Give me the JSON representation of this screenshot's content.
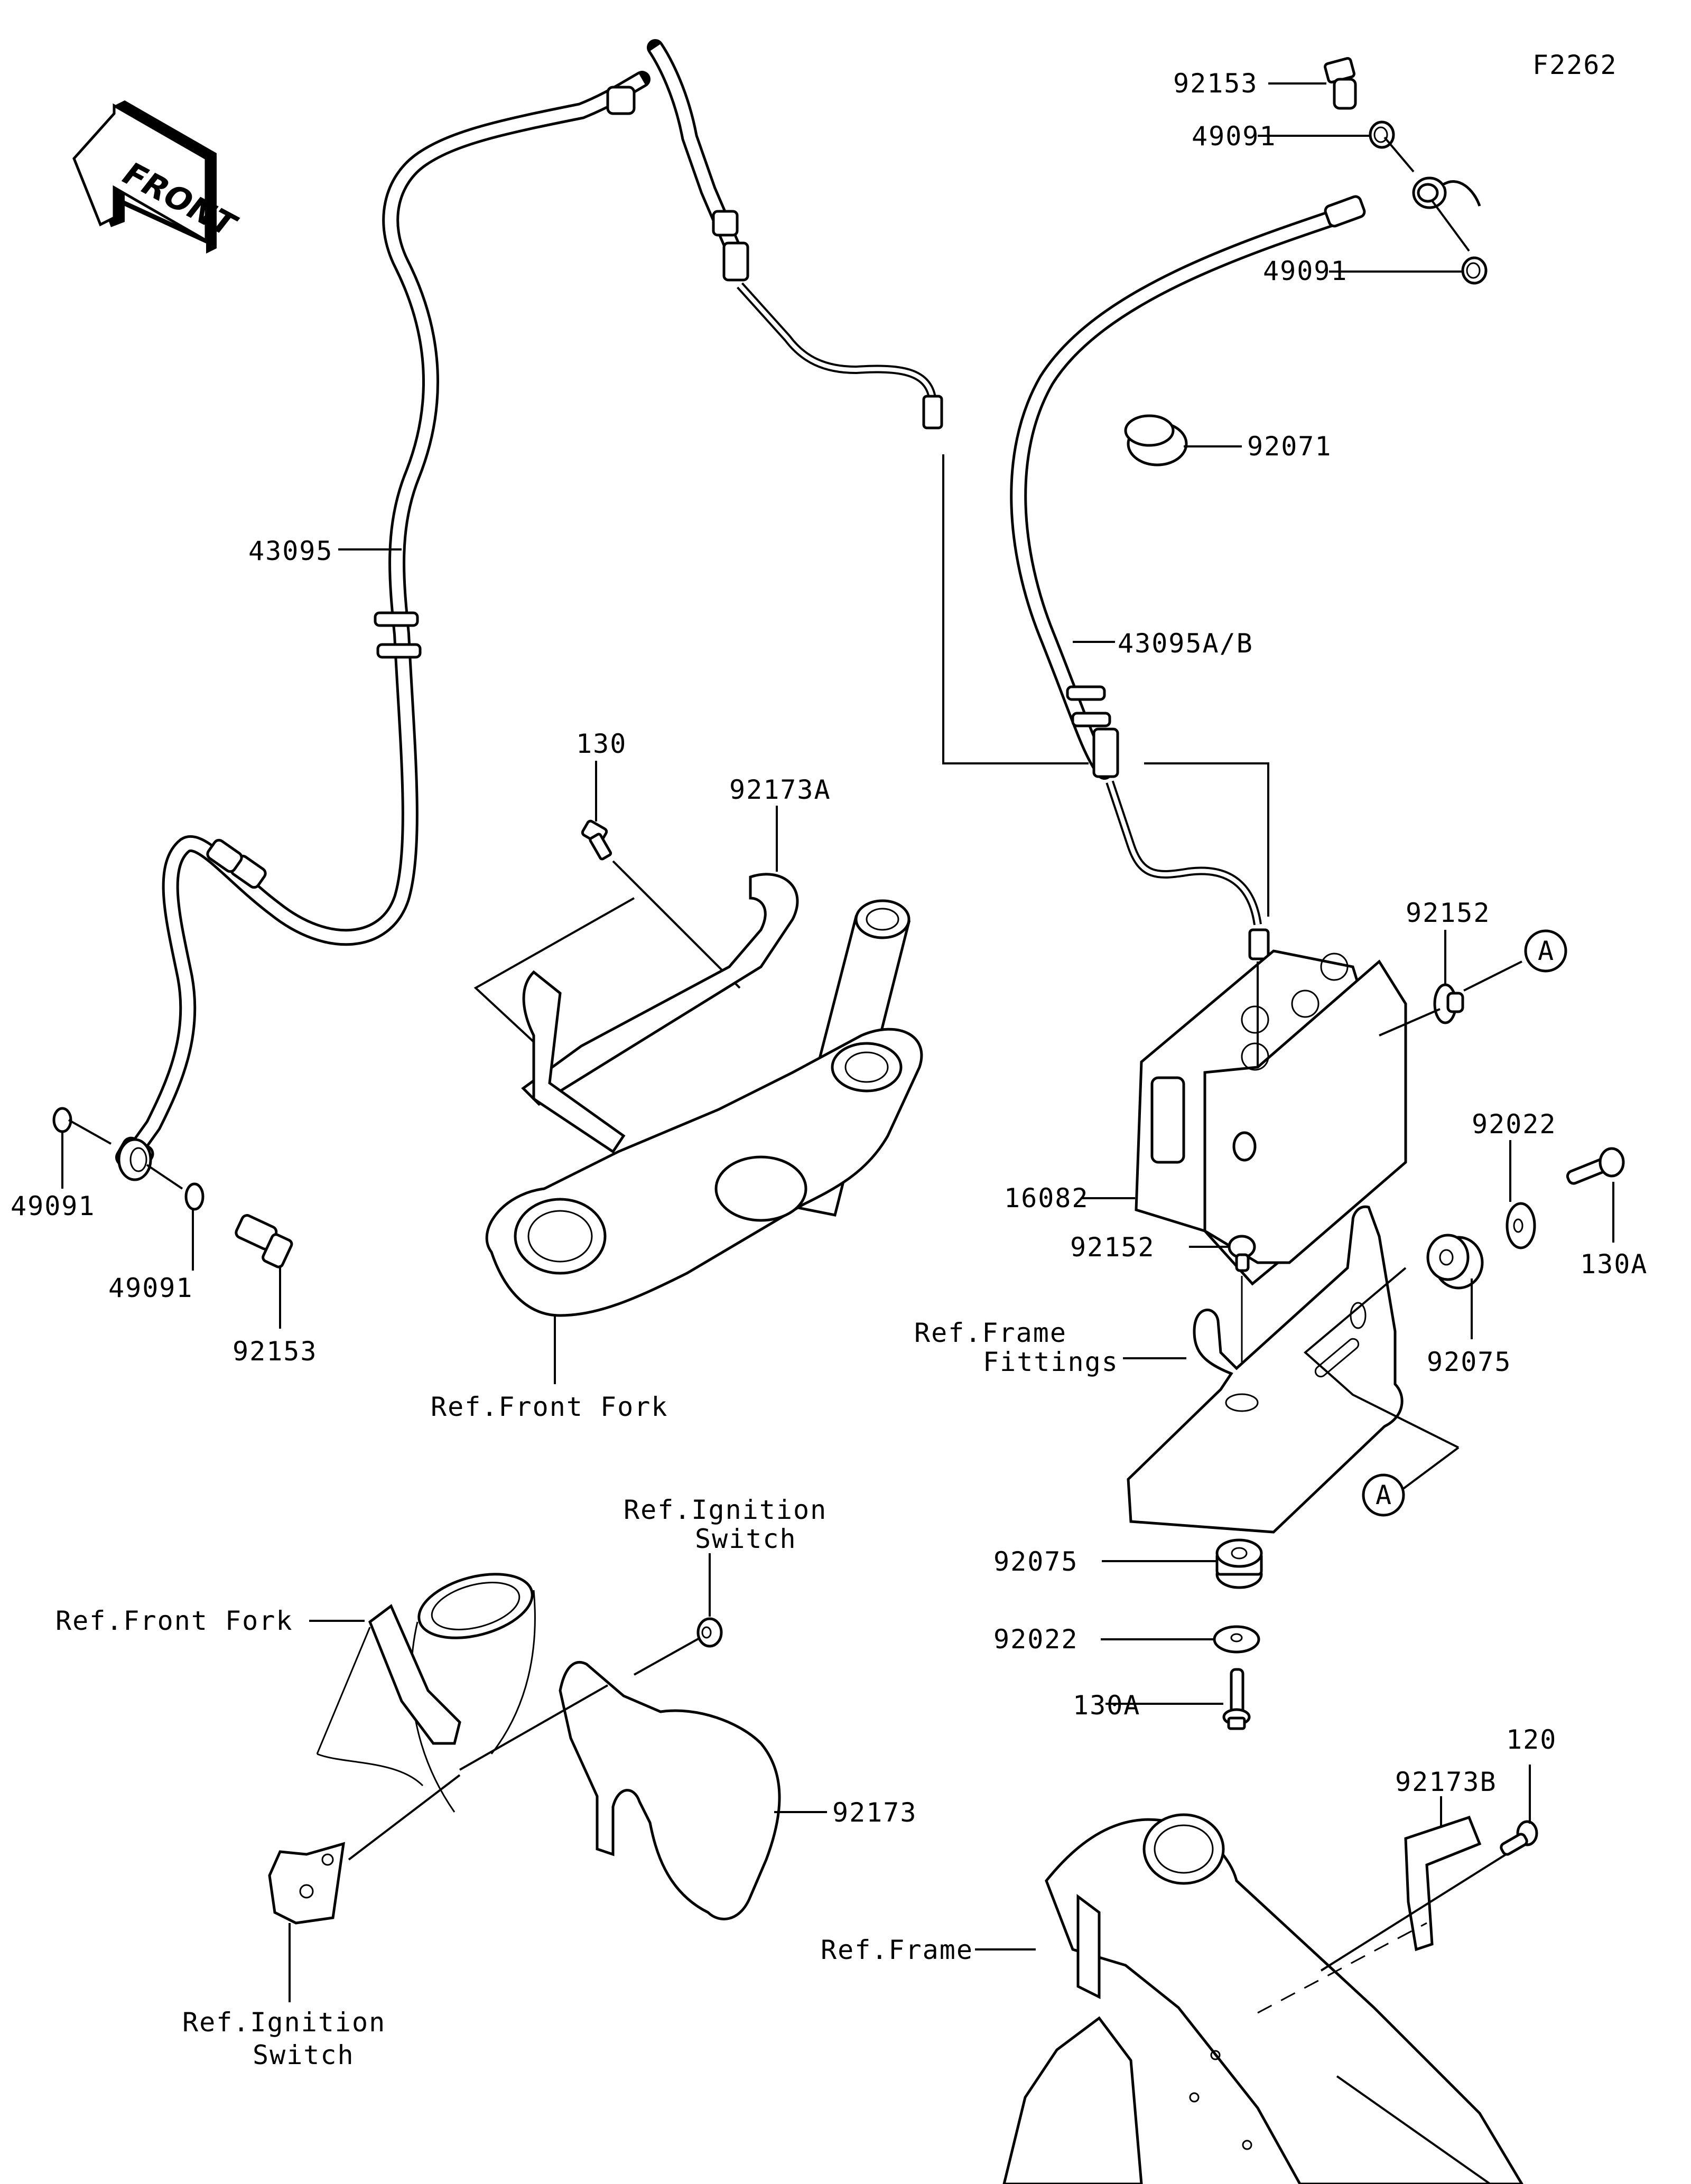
{
  "diagram": {
    "figure_id": "F2262",
    "front_arrow": {
      "label": "FRONT",
      "icon": "front-direction-arrow-icon"
    },
    "callouts": {
      "bolt_top_right": "92153",
      "gasket_top_right_upper": "49091",
      "gasket_top_right_lower": "49091",
      "grommet_92071": "92071",
      "hose_left": "43095",
      "hose_right": "43095A/B",
      "bolt_130": "130",
      "clamp_92173A": "92173A",
      "abs_unit": "16082",
      "collar_top": "92152",
      "ref_a_top": "A",
      "washer_right": "92022",
      "bolt_130A_right": "130A",
      "collar_bottom": "92152",
      "damper_right": "92075",
      "ref_frame_fittings_line1": "Ref.Frame",
      "ref_frame_fittings_line2": "Fittings",
      "ref_a_bottom": "A",
      "damper_bottom": "92075",
      "washer_bottom": "92022",
      "bolt_130A_bottom": "130A",
      "gasket_left_1": "49091",
      "gasket_left_2": "49091",
      "bolt_left": "92153",
      "ref_front_fork_top": "Ref.Front Fork",
      "ref_ignition_top_line1": "Ref.Ignition",
      "ref_ignition_top_line2": "Switch",
      "ref_front_fork_bottom": "Ref.Front Fork",
      "clamp_92173": "92173",
      "ref_ignition_bottom_line1": "Ref.Ignition",
      "ref_ignition_bottom_line2": "Switch",
      "clamp_92173B": "92173B",
      "screw_120": "120",
      "ref_frame": "Ref.Frame"
    }
  }
}
